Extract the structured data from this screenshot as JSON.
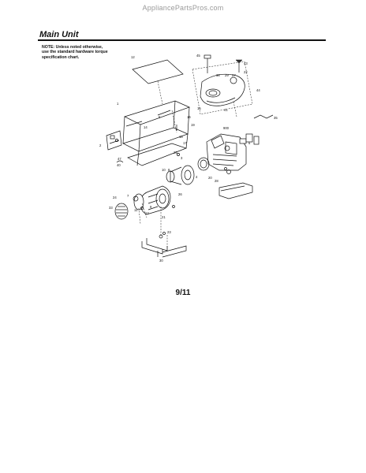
{
  "watermark": "AppliancePartsPros.com",
  "section_title": "Main Unit",
  "note": {
    "line1": "NOTE: Unless noted otherwise,",
    "line2": "use the standard hardware torque",
    "line3": "specification chart."
  },
  "page_number": "9/11",
  "callouts": [
    "12",
    "45",
    "43",
    "38",
    "29",
    "27",
    "22",
    "44",
    "1",
    "16",
    "15",
    "19",
    "41",
    "35",
    "14",
    "900",
    "2",
    "6",
    "18",
    "5",
    "17",
    "25",
    "3",
    "47",
    "40",
    "8",
    "4",
    "10",
    "26",
    "20",
    "28",
    "24",
    "7",
    "11",
    "33",
    "9",
    "13",
    "21",
    "23",
    "30"
  ]
}
